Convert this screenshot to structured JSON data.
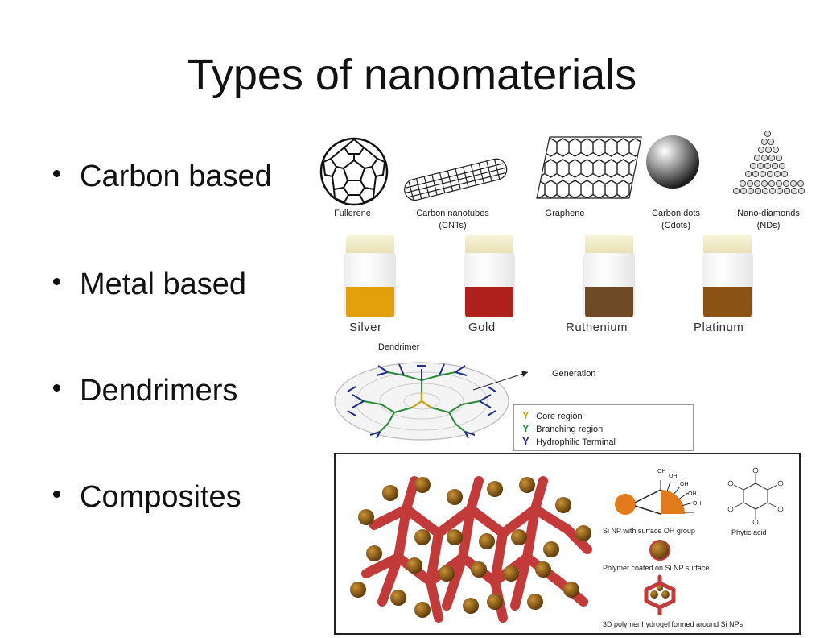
{
  "slide": {
    "title": "Types of nanomaterials",
    "bullets": [
      "Carbon based",
      "Metal based",
      "Dendrimers",
      "Composites"
    ]
  },
  "carbon": {
    "fullerene": "Fullerene",
    "cnt_line1": "Carbon nanotubes",
    "cnt_line2": "(CNTs)",
    "graphene": "Graphene",
    "cdots_line1": "Carbon dots",
    "cdots_line2": "(Cdots)",
    "nd_line1": "Nano-diamonds",
    "nd_line2": "(NDs)"
  },
  "metals": [
    {
      "label": "Silver",
      "color": "#e2a10c"
    },
    {
      "label": "Gold",
      "color": "#b0201c"
    },
    {
      "label": "Ruthenium",
      "color": "#6e4a26"
    },
    {
      "label": "Platinum",
      "color": "#8c5214"
    }
  ],
  "dendrimer": {
    "title": "Dendrimer",
    "generation": "Generation",
    "legend": [
      {
        "label": "Core region",
        "color": "#c9a227"
      },
      {
        "label": "Branching region",
        "color": "#2a8a3a"
      },
      {
        "label": "Hydrophilic Terminal",
        "color": "#1e2f8a"
      }
    ]
  },
  "composite": {
    "si_np": "Si NP with surface OH group",
    "phytic": "Phytic acid",
    "polymer": "Polymer coated on Si NP surface",
    "hydrogel": "3D polymer hydrogel formed around Si NPs",
    "oh": "OH",
    "colors": {
      "polymer": "#c33a3a",
      "particle": "#8a5a12",
      "si": "#e07a1a"
    }
  }
}
